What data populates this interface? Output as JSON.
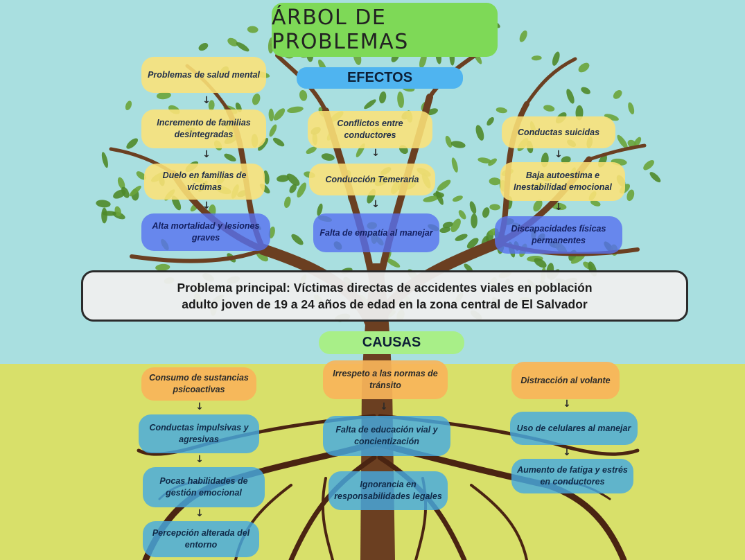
{
  "title": "ÁRBOL DE PROBLEMAS",
  "efectos_label": "EFECTOS",
  "causas_label": "CAUSAS",
  "main_problem": {
    "line1": "Problema principal:  Víctimas directas de accidentes viales en población",
    "line2": "adulto joven de 19 a 24 años de edad en la zona central de El Salvador"
  },
  "arrow_glyph": "↓",
  "effects": {
    "left": [
      "Problemas de salud mental",
      "Incremento de familias desintegradas",
      "Duelo en familias de víctimas",
      "Alta mortalidad y lesiones graves"
    ],
    "center": [
      "Conflictos entre conductores",
      "Conducción Temeraria",
      "Falta de empatía al manejar"
    ],
    "right": [
      "Conductas suicidas",
      "Baja autoestima e Inestabilidad emocional",
      "Discapacidades físicas permanentes"
    ]
  },
  "causes": {
    "left": [
      "Consumo de sustancias psicoactivas",
      "Conductas impulsivas y agresivas",
      "Pocas habilidades de gestión emocional",
      "Percepción alterada del entorno"
    ],
    "center": [
      "Irrespeto a las normas de tránsito",
      "Falta de educación vial y concientización",
      "Ignorancia en responsabilidades legales"
    ],
    "right": [
      "Distracción al volante",
      "Uso de celulares al manejar",
      "Aumento de fatiga y estrés en conductores"
    ]
  },
  "colors": {
    "sky": "#a9dfe0",
    "ground": "#d8e06a",
    "trunk": "#6b3f21",
    "leaf": "#4f8a2a",
    "title_bg": "#7ed957",
    "efectos_bg": "#4fb4f0",
    "causas_bg": "#a8ef88"
  }
}
